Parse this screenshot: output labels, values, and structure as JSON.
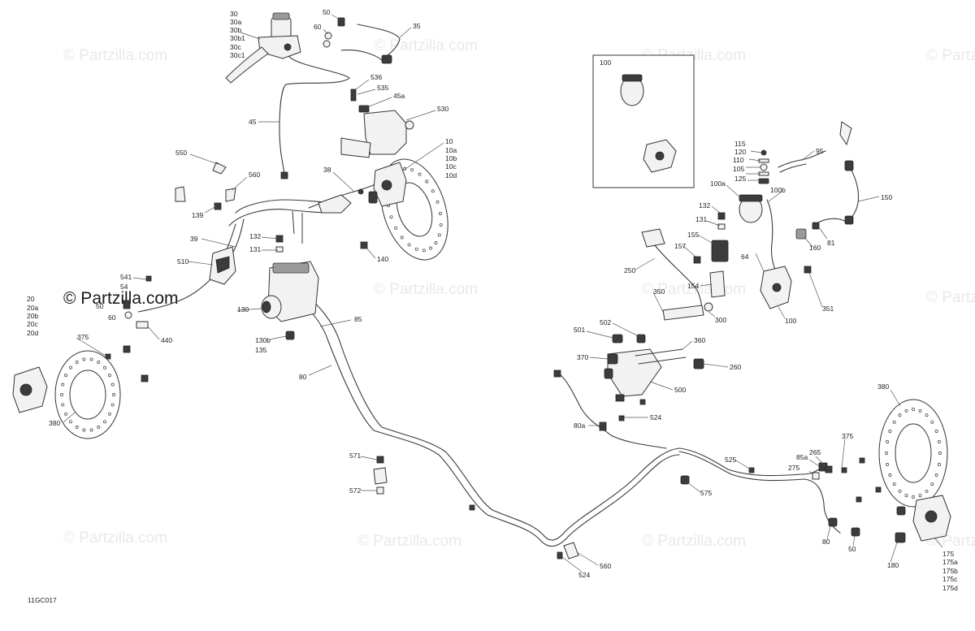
{
  "watermark": {
    "text": "© Partzilla.com",
    "center_text": "© Partzilla.com"
  },
  "figure_code": "11GC017",
  "labels": {
    "l30": "30",
    "l30a": "30a",
    "l30b": "30b",
    "l30b1": "30b1",
    "l30c": "30c",
    "l30c1": "30c1",
    "l50_top": "50",
    "l60_top": "60",
    "l35": "35",
    "l536": "536",
    "l535": "535",
    "l45a": "45a",
    "l45": "45",
    "l530": "530",
    "l10": "10",
    "l10a": "10a",
    "l10b": "10b",
    "l10c": "10c",
    "l10d": "10d",
    "l550": "550",
    "l560_top": "560",
    "l38": "38",
    "l139": "139",
    "l132_left": "132",
    "l131_left": "131",
    "l39": "39",
    "l140": "140",
    "l510": "510",
    "l541": "541",
    "l54": "54",
    "l50_left": "50",
    "l60_left": "60",
    "l130": "130",
    "l130b": "130b",
    "l135": "135",
    "l440": "440",
    "l20": "20",
    "l20a": "20a",
    "l20b": "20b",
    "l20c": "20c",
    "l20d": "20d",
    "l375_left": "375",
    "l380_left": "380",
    "l80": "80",
    "l85": "85",
    "l571": "571",
    "l572": "572",
    "l524_bottom": "524",
    "l560_bottom": "560",
    "l575": "575",
    "l525": "525",
    "l100_box": "100",
    "l115": "115",
    "l120": "120",
    "l110": "110",
    "l105": "105",
    "l125": "125",
    "l95": "95",
    "l150": "150",
    "l100a": "100a",
    "l100b": "100b",
    "l132_right": "132",
    "l131_right": "131",
    "l155": "155",
    "l157": "157",
    "l64": "64",
    "l160": "160",
    "l81": "81",
    "l250": "250",
    "l154": "154",
    "l350": "350",
    "l300": "300",
    "l100_right": "100",
    "l351": "351",
    "l501": "501",
    "l502": "502",
    "l360": "360",
    "l370": "370",
    "l260": "260",
    "l500": "500",
    "l524_mid": "524",
    "l80a": "80a",
    "l380_right": "380",
    "l375_right": "375",
    "l85a": "85a",
    "l265": "265",
    "l275": "275",
    "l80_right": "80",
    "l50_right": "50",
    "l180": "180",
    "l175": "175",
    "l175a": "175a",
    "l175b": "175b",
    "l175c": "175c",
    "l175d": "175d"
  }
}
